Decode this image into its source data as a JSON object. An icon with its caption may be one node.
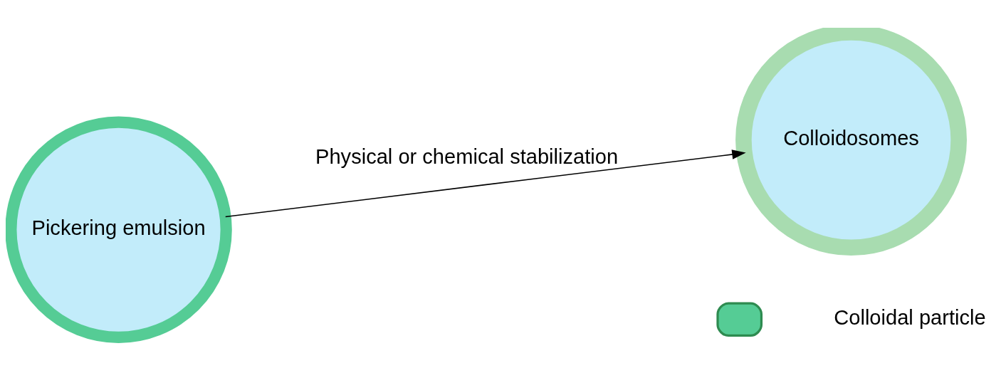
{
  "diagram": {
    "nodes": [
      {
        "text": [
          "Pickering emulsion"
        ]
      },
      {
        "text": [
          "Colloidosomes"
        ]
      }
    ],
    "edges": [
      {
        "from": 0,
        "to": 1,
        "arrow": "to",
        "label": "Physical or chemical stabilization"
      }
    ],
    "legend": [
      {
        "text": "Colloidal particle",
        "color": "#55cc95"
      }
    ]
  }
}
